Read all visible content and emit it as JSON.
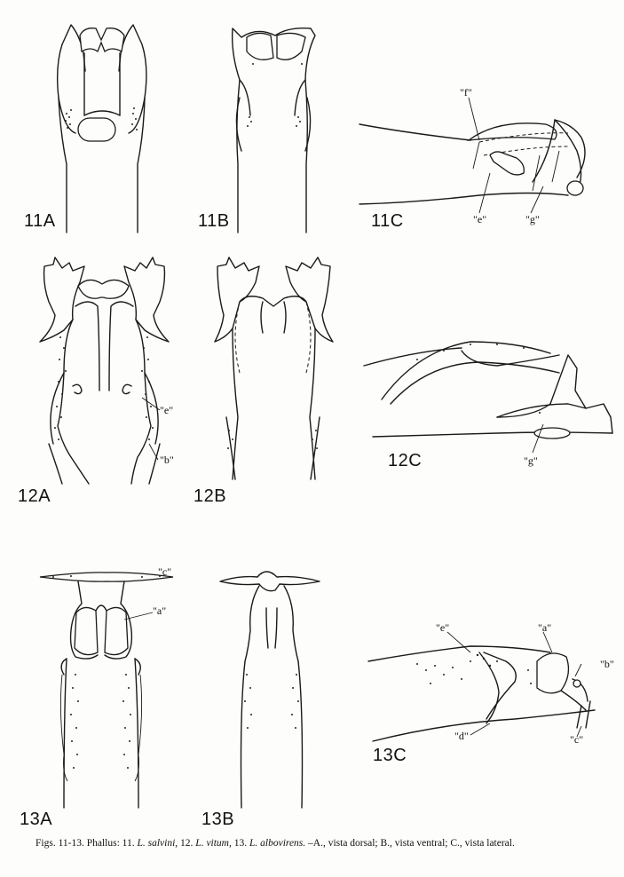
{
  "figures": [
    {
      "id": "11A",
      "label": "11A"
    },
    {
      "id": "11B",
      "label": "11B"
    },
    {
      "id": "11C",
      "label": "11C"
    },
    {
      "id": "12A",
      "label": "12A"
    },
    {
      "id": "12B",
      "label": "12B"
    },
    {
      "id": "12C",
      "label": "12C"
    },
    {
      "id": "13A",
      "label": "13A"
    },
    {
      "id": "13B",
      "label": "13B"
    },
    {
      "id": "13C",
      "label": "13C"
    }
  ],
  "callouts": {
    "f_11C": "\"f\"",
    "e_11C": "\"e\"",
    "g_11C": "\"g\"",
    "e_12A": "\"e\"",
    "b_12A": "\"b\"",
    "g_12C": "\"g\"",
    "c_13A": "\"c\"",
    "a_13A": "\"a\"",
    "e_13C": "\"e\"",
    "a_13C": "\"a\"",
    "b_13C": "\"b\"",
    "d_13C": "\"d\"",
    "c_13C": "\"c\""
  },
  "caption": {
    "lead": "Figs. 11-13. Phallus: 11. ",
    "sp1": "L. salvini,",
    "mid1": " 12. ",
    "sp2": "L. vitum,",
    "mid2": " 13. ",
    "sp3": "L. albovirens.",
    "tail": " –A., vista dorsal; B., vista ventral; C., vista lateral."
  }
}
